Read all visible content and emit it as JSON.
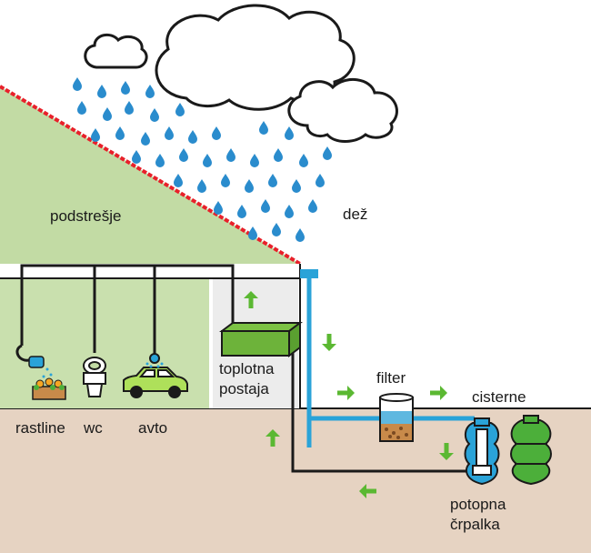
{
  "labels": {
    "roof": "podstrešje",
    "rain": "dež",
    "station_line1": "toplotna",
    "station_line2": "postaja",
    "filter": "filter",
    "cisterns": "cisterne",
    "plants": "rastline",
    "wc": "wc",
    "car": "avto",
    "pump_line1": "potopna",
    "pump_line2": "črpalka"
  },
  "colors": {
    "roof_fill": "#c2dba4",
    "roof_edge": "#e8202a",
    "ground": "#e6d3c2",
    "house_wall": "#ffffff",
    "pipe_blue": "#2aa3d8",
    "pipe_black": "#1a1a1a",
    "arrow_green": "#5bb832",
    "rain_drop": "#2a8ccd"
  }
}
